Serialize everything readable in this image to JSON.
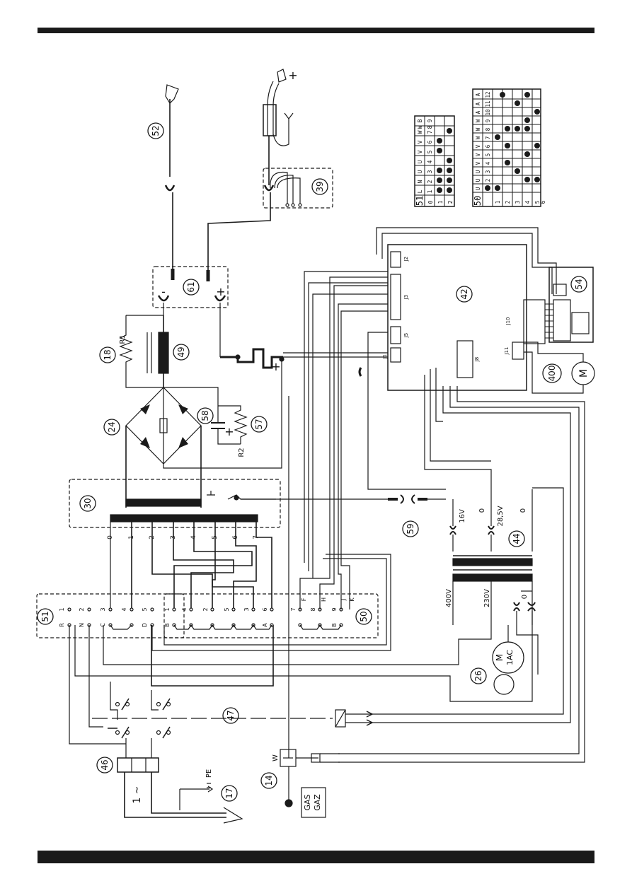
{
  "components": {
    "c14": "14",
    "c17": "17",
    "c18": "18",
    "c24": "24",
    "c26": "26",
    "c30": "30",
    "c39": "39",
    "c42": "42",
    "c44": "44",
    "c46": "46",
    "c47": "47",
    "c49": "49",
    "c50": "50",
    "c51": "51",
    "c52": "52",
    "c54": "54",
    "c57": "57",
    "c58": "58",
    "c59": "59",
    "c61": "61",
    "c400": "400"
  },
  "labels": {
    "r1": "R1",
    "r2": "R2",
    "pe": "PE",
    "gas": "GAS",
    "gaz": "GAZ",
    "w": "W",
    "m": "M",
    "one_ac": "1AC",
    "one_phase": "1 ~",
    "v400": "400V",
    "v230": "230V",
    "v16": "16V",
    "v285": "28,5V",
    "zero": "0",
    "plus": "+",
    "minus": "-",
    "j1": "J1",
    "j2": "J2",
    "j3": "J3",
    "j5": "J5",
    "j8": "J8",
    "j10": "J10",
    "j11": "J11"
  },
  "table51": {
    "title": "51",
    "header": [
      "L",
      "N",
      "U",
      "U",
      "V",
      "V",
      "W",
      "W",
      "B"
    ],
    "subheader": [
      "1",
      "2",
      "3",
      "4",
      "5",
      "6",
      "7",
      "8",
      "9"
    ],
    "rows": [
      "0",
      "1",
      "2"
    ]
  },
  "table50": {
    "title": "50",
    "header": [
      "U",
      "U",
      "U",
      "V",
      "V",
      "V",
      "W",
      "W",
      "W",
      "A",
      "A",
      "A"
    ],
    "subheader": [
      "1",
      "2",
      "3",
      "4",
      "5",
      "6",
      "7",
      "8",
      "9",
      "10",
      "11",
      "12"
    ],
    "rows": [
      "1",
      "2",
      "3",
      "4",
      "5",
      "6"
    ]
  },
  "terminals": {
    "t51_top": [
      "1",
      "2",
      "3",
      "4",
      "5"
    ],
    "t51_bottom": [
      "R",
      "N",
      "C",
      "",
      "D"
    ],
    "t50_top": [
      "1",
      "4",
      "2",
      "5",
      "3",
      "6",
      "7",
      "8",
      "9"
    ],
    "t50_bottom": [
      "B",
      "",
      "",
      "",
      "",
      "",
      "A",
      "",
      "B"
    ],
    "t50_letters": [
      "F",
      "H",
      "J",
      "K"
    ],
    "t30": [
      "0",
      "1",
      "2",
      "3",
      "4",
      "5",
      "6",
      "7"
    ]
  }
}
